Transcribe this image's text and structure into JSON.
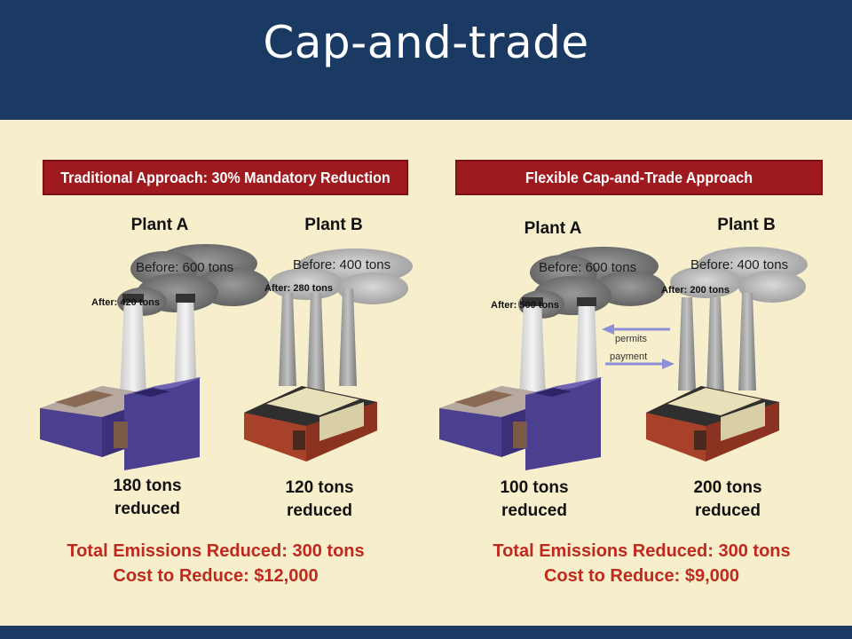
{
  "slide": {
    "title": "Cap-and-trade"
  },
  "left": {
    "header": "Traditional Approach: 30% Mandatory Reduction",
    "plant_a": {
      "name": "Plant A",
      "before": "Before: 600 tons",
      "after": "After: 420 tons",
      "reduced_line1": "180 tons",
      "reduced_line2": "reduced"
    },
    "plant_b": {
      "name": "Plant B",
      "before": "Before: 400 tons",
      "after": "After: 280 tons",
      "reduced_line1": "120 tons",
      "reduced_line2": "reduced"
    },
    "total": "Total Emissions Reduced: 300 tons",
    "cost": "Cost to Reduce: $12,000"
  },
  "right": {
    "header": "Flexible Cap-and-Trade Approach",
    "plant_a": {
      "name": "Plant A",
      "before": "Before: 600 tons",
      "after": "After: 500 tons",
      "reduced_line1": "100 tons",
      "reduced_line2": "reduced"
    },
    "plant_b": {
      "name": "Plant B",
      "before": "Before: 400 tons",
      "after": "After: 200 tons",
      "reduced_line1": "200 tons",
      "reduced_line2": "reduced"
    },
    "arrows": {
      "permits": "permits",
      "payment": "payment"
    },
    "total": "Total Emissions Reduced: 300 tons",
    "cost": "Cost to Reduce: $9,000"
  },
  "colors": {
    "title_bg": "#1b3a63",
    "panel_bg": "#f7efcc",
    "header_bg": "#9e1a1f",
    "totals_text": "#c0291e",
    "plant_a_body": "#4b3f8f",
    "plant_b_body": "#a8412a",
    "smoke": "#7a7a7a",
    "arrow": "#8e8ed6"
  }
}
